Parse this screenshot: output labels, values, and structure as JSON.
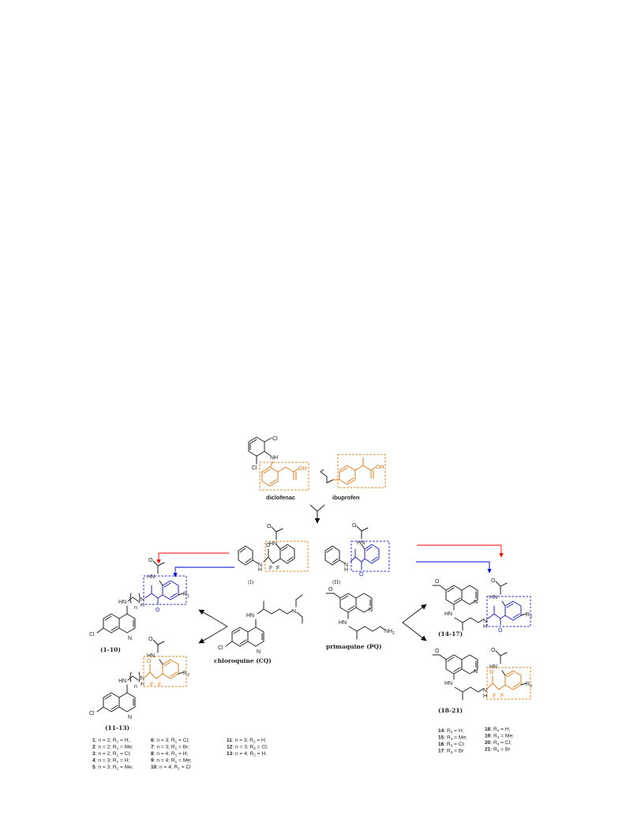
{
  "compounds": {
    "diclofenac": "diclofenac",
    "ibuprofen": "ibuprofen",
    "chloroquine": "chloroquine (CQ)",
    "primaquine": "primaquine (PQ)"
  },
  "intermediates": {
    "i": "(I)",
    "ii": "(II)"
  },
  "series_labels": {
    "s1": "(1-10)",
    "s2": "(11-13)",
    "s3": "(14-17)",
    "s4": "(18-21)"
  },
  "atoms": {
    "cl": "Cl",
    "nh": "NH",
    "hn": "HN",
    "h": "H",
    "n": "N",
    "oh": "OH",
    "o": "O",
    "f": "F",
    "n_sub": "n",
    "nh2": "NH",
    "nh2_sub": "2",
    "r1": "R",
    "r1_sub": "1",
    "r2": "R",
    "r2_sub": "2",
    "r3": "R",
    "r3_sub": "3"
  },
  "legend_cq_a": [
    {
      "num": "1",
      "text": ": n = 2; R",
      "sub": "1",
      "rest": " = H;"
    },
    {
      "num": "2",
      "text": ": n = 2; R",
      "sub": "1",
      "rest": " = Me;"
    },
    {
      "num": "3",
      "text": ": n = 2; R",
      "sub": "1",
      "rest": " = Cl;"
    },
    {
      "num": "4",
      "text": ": n = 3; R",
      "sub": "1",
      "rest": " = H;"
    },
    {
      "num": "5",
      "text": ": n = 3; R",
      "sub": "1",
      "rest": " = Me;"
    }
  ],
  "legend_cq_b": [
    {
      "num": "6",
      "text": ": n = 3; R",
      "sub": "1",
      "rest": " = Cl;"
    },
    {
      "num": "7",
      "text": ": n = 3; R",
      "sub": "1",
      "rest": " = Br;"
    },
    {
      "num": "8",
      "text": ": n = 4; R",
      "sub": "1",
      "rest": " = H;"
    },
    {
      "num": "9",
      "text": ": n = 4; R",
      "sub": "1",
      "rest": " = Me;"
    },
    {
      "num": "10",
      "text": ": n = 4; R",
      "sub": "1",
      "rest": " = Cl"
    }
  ],
  "legend_cq_c": [
    {
      "num": "11",
      "text": ": n = 3; R",
      "sub": "2",
      "rest": " = H;"
    },
    {
      "num": "12",
      "text": ": n = 3; R",
      "sub": "2",
      "rest": " = Cl;"
    },
    {
      "num": "13",
      "text": ": n = 4; R",
      "sub": "2",
      "rest": " = H;"
    }
  ],
  "legend_pq_a": [
    {
      "num": "14",
      "text": ": R",
      "sub": "3",
      "rest": " = H;"
    },
    {
      "num": "15",
      "text": ": R",
      "sub": "3",
      "rest": " = Me;"
    },
    {
      "num": "16",
      "text": ": R",
      "sub": "3",
      "rest": " = Cl;"
    },
    {
      "num": "17",
      "text": ": R",
      "sub": "3",
      "rest": " = Br"
    }
  ],
  "legend_pq_b": [
    {
      "num": "18",
      "text": ": R",
      "sub": "4",
      "rest": " = H;"
    },
    {
      "num": "19",
      "text": ": R",
      "sub": "4",
      "rest": " = Me;"
    },
    {
      "num": "20",
      "text": ": R",
      "sub": "4",
      "rest": " = Cl;"
    },
    {
      "num": "21",
      "text": ": R",
      "sub": "4",
      "rest": " = Br"
    }
  ],
  "colors": {
    "diclofenac_motif": "#e07b1a",
    "ibuprofen_motif": "#2020d0",
    "arrow_red": "#ff0000",
    "arrow_blue": "#0000cc",
    "bonds": "#222222"
  }
}
